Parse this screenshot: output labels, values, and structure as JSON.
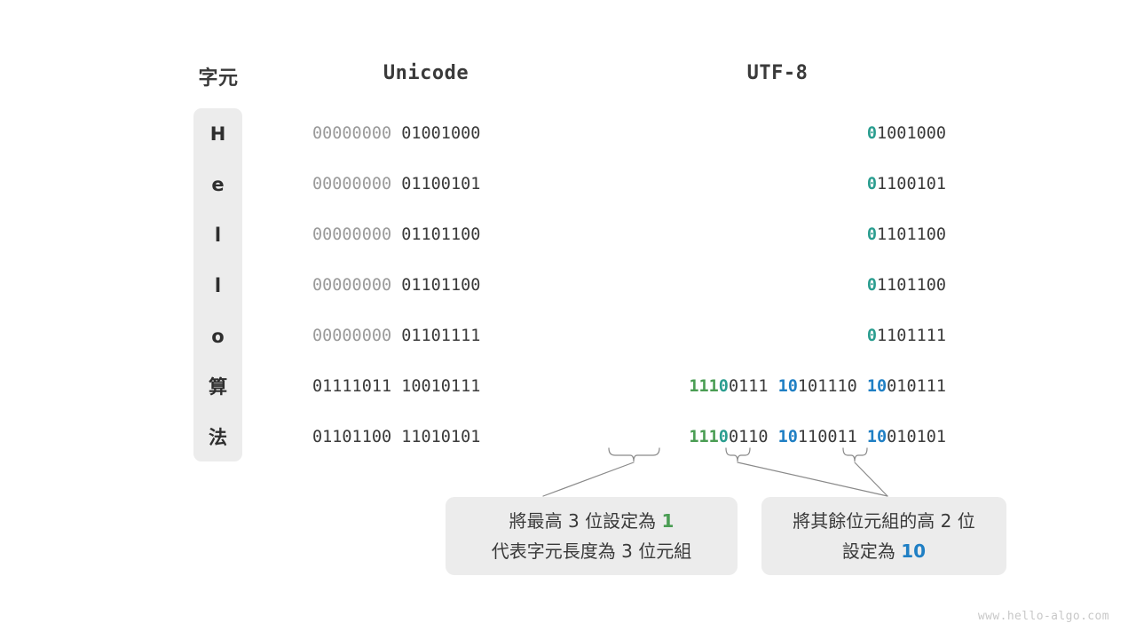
{
  "headers": {
    "char": "字元",
    "unicode": "Unicode",
    "utf8": "UTF-8"
  },
  "colors": {
    "green": "#4a9d53",
    "teal": "#2a9d8f",
    "blue": "#1f7fc4",
    "dark": "#3a3a3a",
    "dim": "#9a9a9a",
    "chip_bg": "#ececec",
    "callout_bg": "#ececec",
    "page_bg": "#ffffff",
    "watermark": "#c8c8c8"
  },
  "rows": [
    {
      "char": "H",
      "unicode_dim": "00000000",
      "unicode_dark": "01001000",
      "utf8_parts": [
        {
          "text": "0",
          "style": "teal"
        },
        {
          "text": "1001000",
          "style": "dark"
        }
      ]
    },
    {
      "char": "e",
      "unicode_dim": "00000000",
      "unicode_dark": "01100101",
      "utf8_parts": [
        {
          "text": "0",
          "style": "teal"
        },
        {
          "text": "1100101",
          "style": "dark"
        }
      ]
    },
    {
      "char": "l",
      "unicode_dim": "00000000",
      "unicode_dark": "01101100",
      "utf8_parts": [
        {
          "text": "0",
          "style": "teal"
        },
        {
          "text": "1101100",
          "style": "dark"
        }
      ]
    },
    {
      "char": "l",
      "unicode_dim": "00000000",
      "unicode_dark": "01101100",
      "utf8_parts": [
        {
          "text": "0",
          "style": "teal"
        },
        {
          "text": "1101100",
          "style": "dark"
        }
      ]
    },
    {
      "char": "o",
      "unicode_dim": "00000000",
      "unicode_dark": "01101111",
      "utf8_parts": [
        {
          "text": "0",
          "style": "teal"
        },
        {
          "text": "1101111",
          "style": "dark"
        }
      ]
    },
    {
      "char": "算",
      "unicode_dim": "",
      "unicode_dark": "01111011 10010111",
      "utf8_parts": [
        {
          "text": "111",
          "style": "green"
        },
        {
          "text": "0",
          "style": "teal"
        },
        {
          "text": "0111 ",
          "style": "dark"
        },
        {
          "text": "10",
          "style": "blue"
        },
        {
          "text": "101110 ",
          "style": "dark"
        },
        {
          "text": "10",
          "style": "blue"
        },
        {
          "text": "010111",
          "style": "dark"
        }
      ]
    },
    {
      "char": "法",
      "unicode_dim": "",
      "unicode_dark": "01101100 11010101",
      "utf8_parts": [
        {
          "text": "111",
          "style": "green"
        },
        {
          "text": "0",
          "style": "teal"
        },
        {
          "text": "0110 ",
          "style": "dark"
        },
        {
          "text": "10",
          "style": "blue"
        },
        {
          "text": "110011 ",
          "style": "dark"
        },
        {
          "text": "10",
          "style": "blue"
        },
        {
          "text": "010101",
          "style": "dark"
        }
      ]
    }
  ],
  "callouts": {
    "left": {
      "line1_prefix": "將最高 3 位設定為 ",
      "line1_highlight": "1",
      "line1_highlight_style": "green",
      "line2": "代表字元長度為 3 位元組"
    },
    "right": {
      "line1": "將其餘位元組的高 2 位",
      "line2_prefix": "設定為 ",
      "line2_highlight": "10",
      "line2_highlight_style": "blue"
    }
  },
  "watermark": "www.hello-algo.com"
}
